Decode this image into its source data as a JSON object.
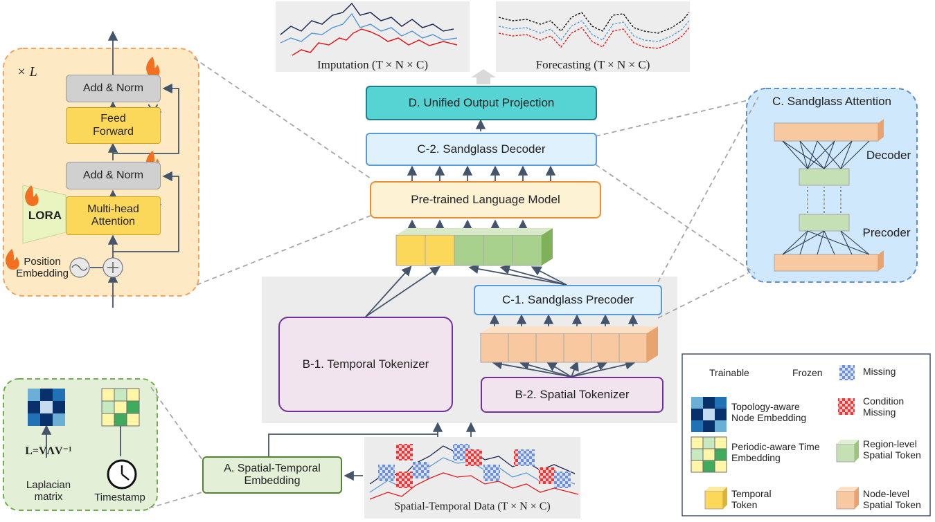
{
  "top_plots": {
    "imputation_label": "Imputation (T × N × C)",
    "forecasting_label": "Forecasting (T × N × C)"
  },
  "center": {
    "unified_output": "D. Unified Output Projection",
    "sandglass_decoder": "C-2. Sandglass Decoder",
    "plm": "Pre-trained Language Model",
    "sandglass_precoder": "C-1. Sandglass Precoder",
    "temporal_tokenizer": "B-1. Temporal Tokenizer",
    "spatial_tokenizer": "B-2. Spatial Tokenizer",
    "st_embedding": "A. Spatial-Temporal Embedding",
    "st_data_label": "Spatial-Temporal Data (T × N × C)"
  },
  "layer_panel": {
    "repeat": "× L",
    "add_norm_top": "Add & Norm",
    "feed_forward": "Feed Forward",
    "add_norm_bottom": "Add & Norm",
    "attention": "Multi-head Attention",
    "lora": "LORA",
    "position_embedding": "Position Embedding"
  },
  "sandglass_panel": {
    "title": "C. Sandglass Attention",
    "decoder": "Decoder",
    "precoder": "Precoder"
  },
  "embedding_panel": {
    "formula": "L=VΛV⁻¹",
    "laplacian": "Laplacian matrix",
    "timestamp": "Timestamp"
  },
  "legend": {
    "trainable": "Trainable",
    "frozen": "Frozen",
    "missing": "Missing",
    "topology": "Topology-aware Node Embedding",
    "condition_missing": "Condition Missing",
    "periodic": "Periodic-aware Time Embedding",
    "region_token": "Region-level Spatial Token",
    "temporal_token": "Temporal Token",
    "node_token": "Node-level Spatial Token"
  },
  "colors": {
    "orange_panel": "#fde9c4",
    "blue_panel": "#cfe8fb",
    "green_panel": "#e3efd6",
    "teal": "#56d3d3",
    "light_blue": "#dff1fc",
    "yellow": "#fbd85a",
    "green_token": "#a9d18e",
    "orange_token": "#f8c9a0",
    "purple": "#7030a0"
  }
}
